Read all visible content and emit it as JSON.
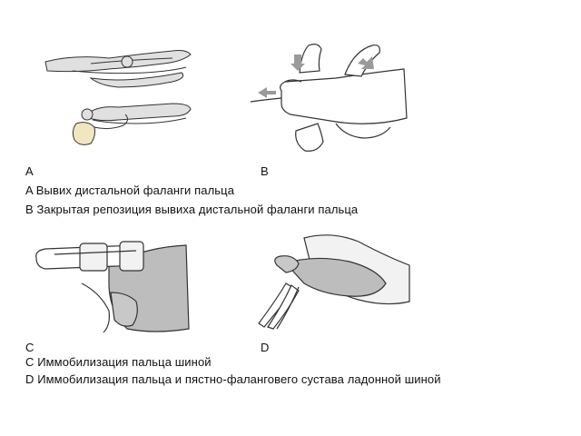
{
  "panels": {
    "a": {
      "letter": "A"
    },
    "b": {
      "letter": "B"
    },
    "c": {
      "letter": "C"
    },
    "d": {
      "letter": "D"
    }
  },
  "captions_top": [
    "A Вывих дистальной фаланги пальца",
    "B Закрытая репозиция вывиха дистальной фаланги пальца"
  ],
  "captions_bottom": [
    "C Иммобилизация пальца шиной",
    "D Иммобилизация пальца и пястно-фаланговего сустава ладонной шиной"
  ],
  "colors": {
    "line": "#333333",
    "bone": "#d8d8d8",
    "splint": "#f2f2f2",
    "skin": "#bdbdbd",
    "arrow": "#9a9a9a"
  }
}
